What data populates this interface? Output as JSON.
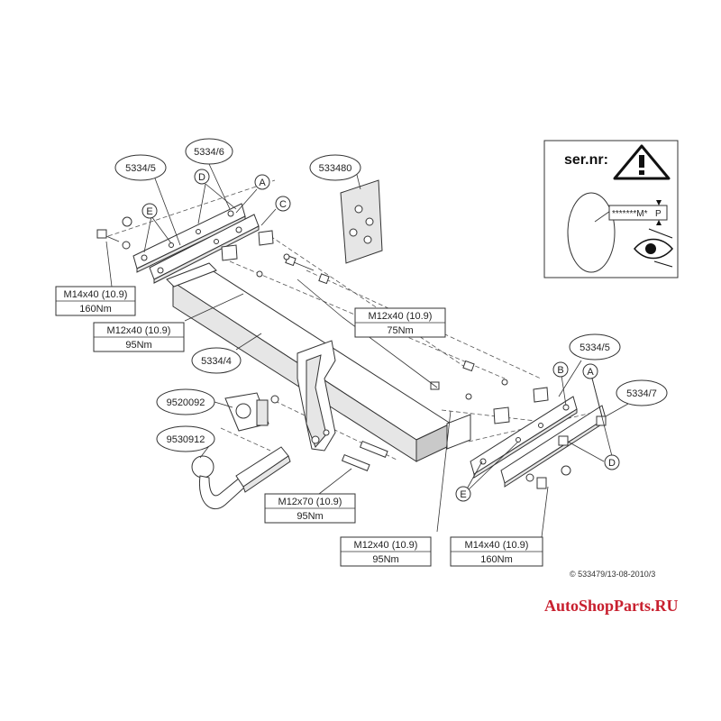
{
  "callouts": {
    "p5334_5_left": "5334/5",
    "p5334_6": "5334/6",
    "p533480": "533480",
    "p5334_4": "5334/4",
    "p9520092": "9520092",
    "p9530912": "9530912",
    "p5334_5_right": "5334/5",
    "p5334_7": "5334/7"
  },
  "letters": {
    "A_top": "A",
    "C_top": "C",
    "D_top": "D",
    "E_top": "E",
    "B_right": "B",
    "A_right": "A",
    "D_right": "D",
    "E_bottom": "E"
  },
  "torque_boxes": [
    {
      "bolt": "M14x40 (10.9)",
      "torque": "160Nm"
    },
    {
      "bolt": "M12x40 (10.9)",
      "torque": "95Nm"
    },
    {
      "bolt": "M12x40 (10.9)",
      "torque": "75Nm"
    },
    {
      "bolt": "M12x70 (10.9)",
      "torque": "95Nm"
    },
    {
      "bolt": "M12x40 (10.9)",
      "torque": "95Nm"
    },
    {
      "bolt": "M14x40 (10.9)",
      "torque": "160Nm"
    }
  ],
  "serial_panel": {
    "title": "ser.nr:",
    "plate_text": "*******M*",
    "plate_p": "P"
  },
  "copyright": "© 533479/13-08-2010/3",
  "watermark": "AutoShopParts.RU"
}
